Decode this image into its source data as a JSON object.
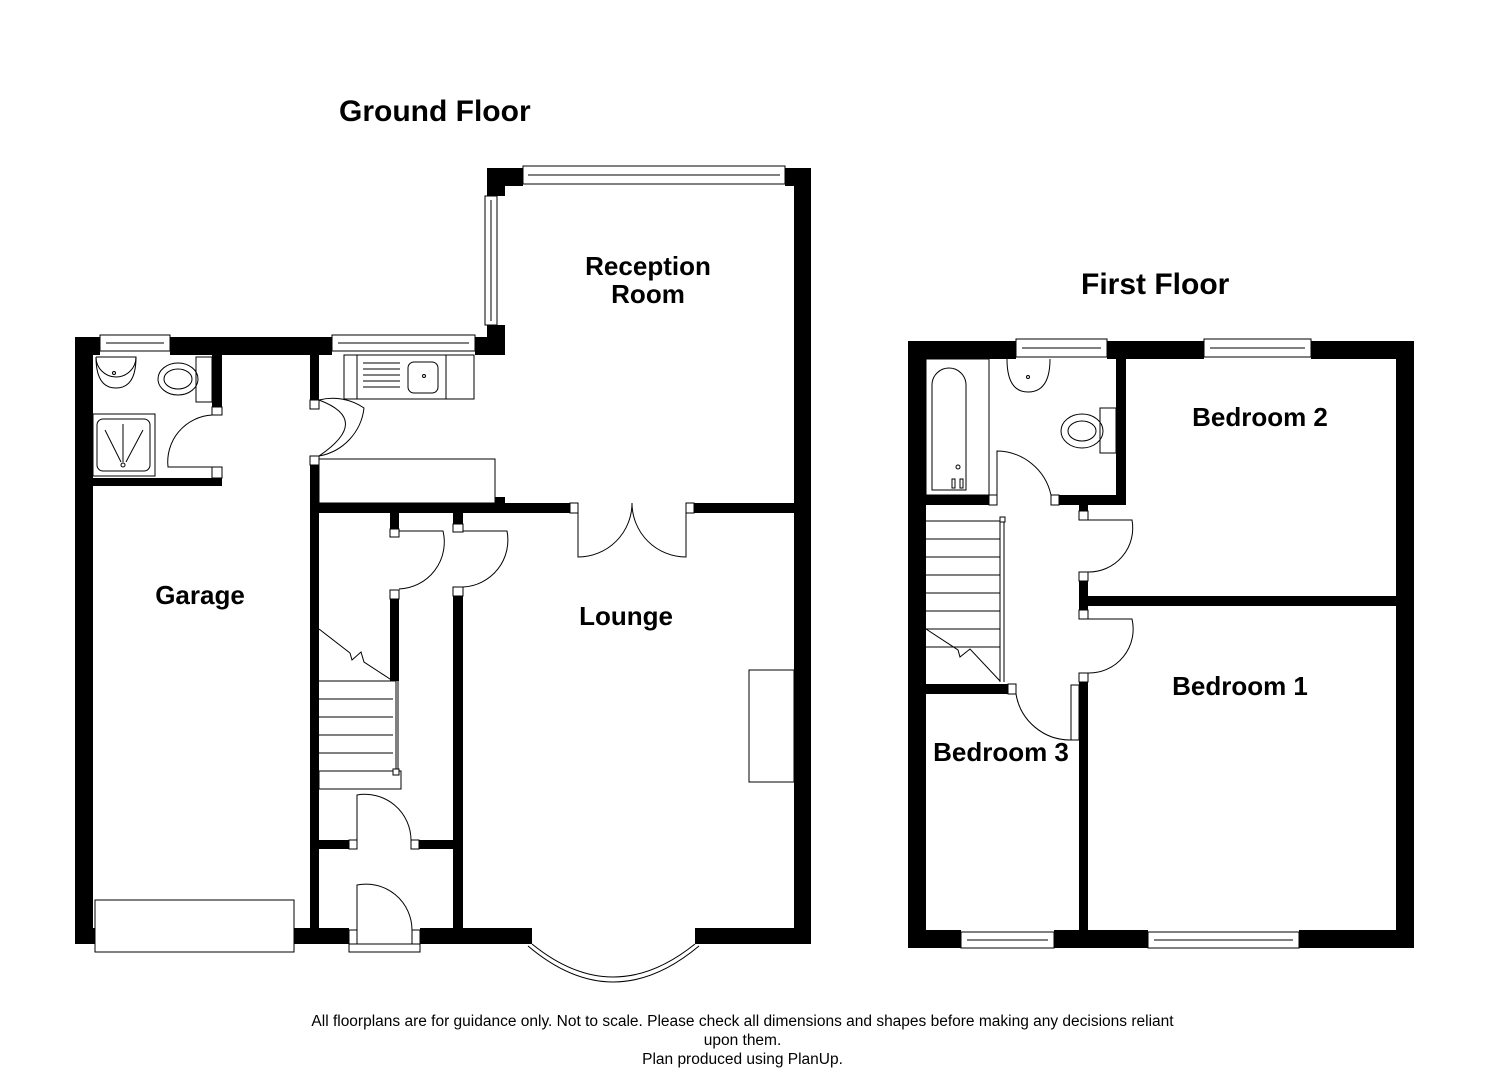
{
  "ground_floor": {
    "title": "Ground Floor",
    "rooms": {
      "reception": "Reception",
      "reception_line2": "Room",
      "garage": "Garage",
      "lounge": "Lounge"
    }
  },
  "first_floor": {
    "title": "First Floor",
    "rooms": {
      "bedroom1": "Bedroom 1",
      "bedroom2": "Bedroom 2",
      "bedroom3": "Bedroom 3"
    }
  },
  "footer": {
    "line1": "All floorplans are for guidance only. Not to scale. Please check all dimensions and shapes before making any decisions reliant",
    "line2": "upon them.",
    "line3": "Plan produced using PlanUp."
  },
  "colors": {
    "wall": "#000000",
    "background": "#ffffff"
  }
}
